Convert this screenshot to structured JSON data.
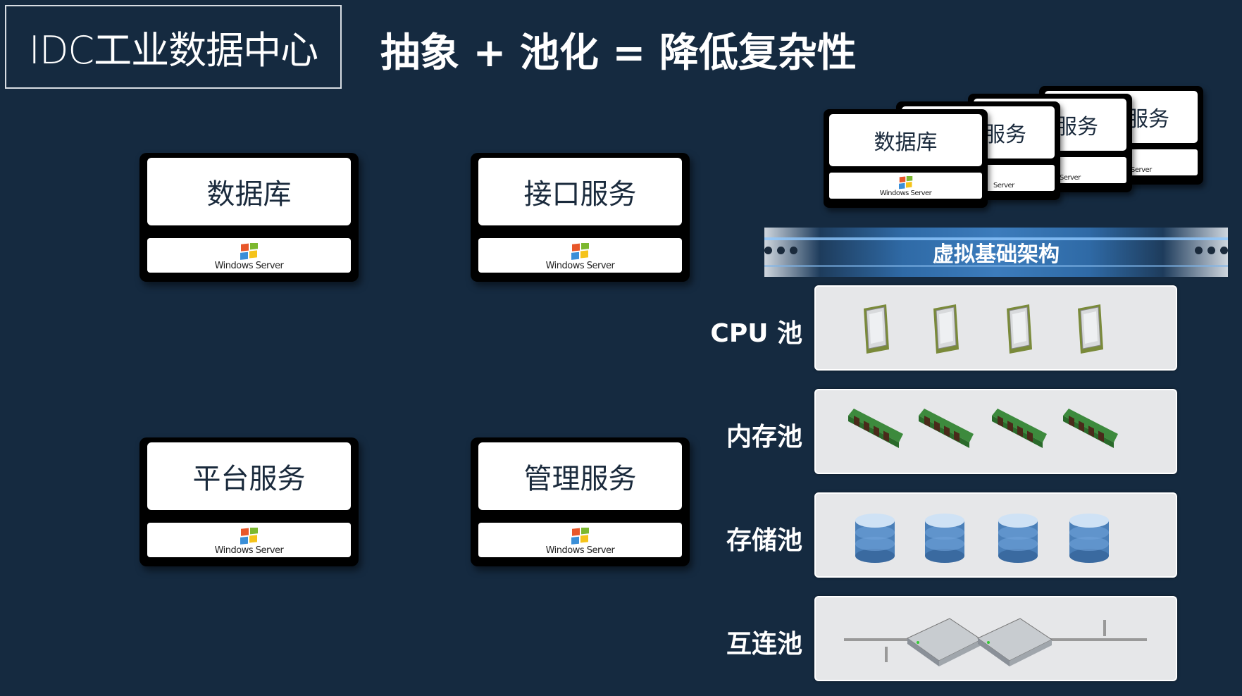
{
  "title": "IDC工业数据中心",
  "headline": "抽象 + 池化 = 降低复杂性",
  "os_label": "Windows Server",
  "cards": [
    {
      "label": "数据库"
    },
    {
      "label": "接口服务"
    },
    {
      "label": "平台服务"
    },
    {
      "label": "管理服务"
    }
  ],
  "stack": {
    "front": "数据库",
    "back": [
      "服务",
      "服务",
      "服务"
    ],
    "os_partial": "Server"
  },
  "virtual_bar": "虚拟基础架构",
  "pools": [
    {
      "label": "CPU 池",
      "icon": "cpu-chip-icon"
    },
    {
      "label": "内存池",
      "icon": "ram-module-icon"
    },
    {
      "label": "存储池",
      "icon": "database-icon"
    },
    {
      "label": "互连池",
      "icon": "network-switch-icon"
    }
  ]
}
